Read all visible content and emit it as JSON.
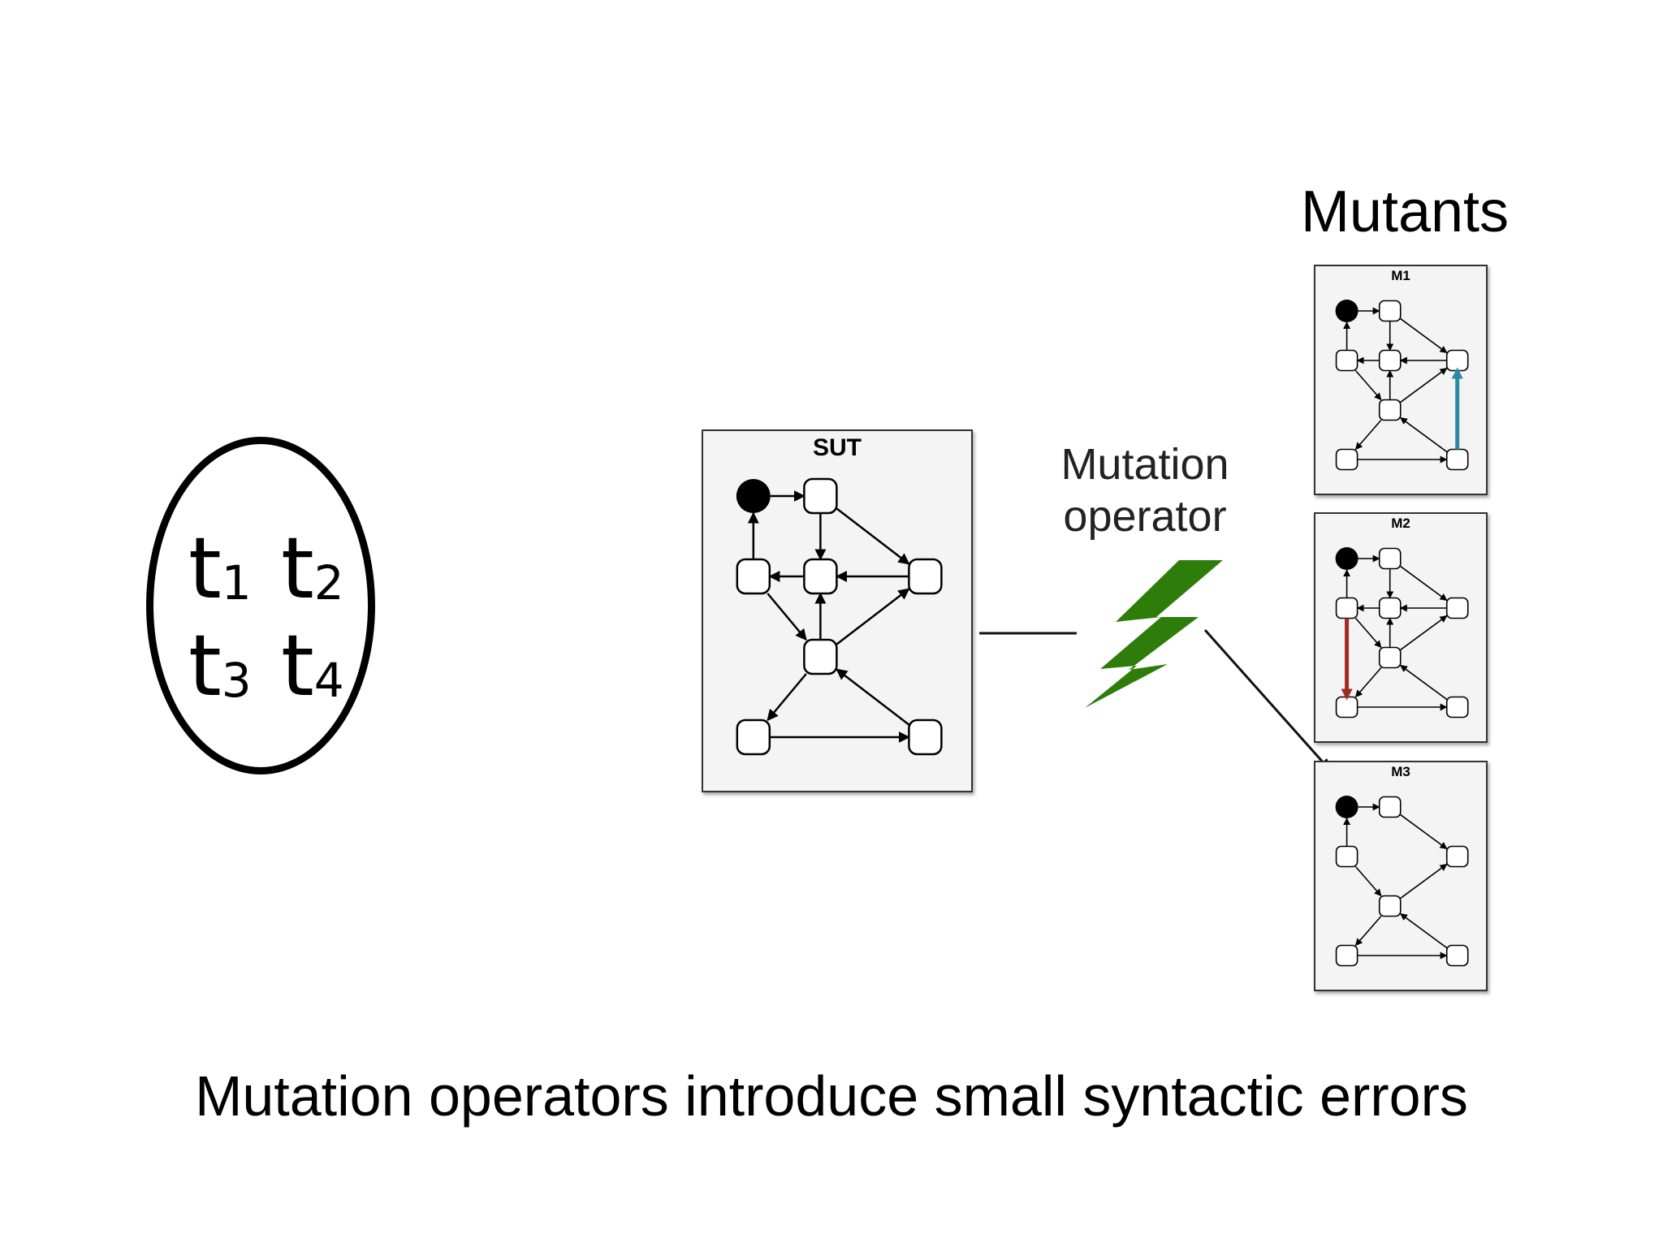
{
  "test_suite": {
    "cases": [
      {
        "base": "t",
        "index": "1"
      },
      {
        "base": "t",
        "index": "2"
      },
      {
        "base": "t",
        "index": "3"
      },
      {
        "base": "t",
        "index": "4"
      }
    ]
  },
  "sut": {
    "title": "SUT"
  },
  "operator": {
    "line1": "Mutation",
    "line2": "operator",
    "bolt_color": "#2e7d0a"
  },
  "mutants": {
    "title": "Mutants",
    "items": [
      {
        "title": "M1",
        "highlight_color": "#2a8aa3"
      },
      {
        "title": "M2",
        "highlight_color": "#a12a22"
      },
      {
        "title": "M3"
      }
    ]
  },
  "caption": "Mutation operators introduce small syntactic errors"
}
